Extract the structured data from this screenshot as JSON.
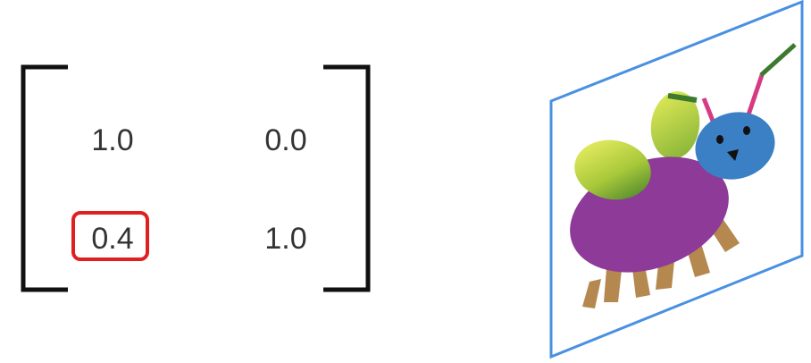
{
  "matrix": {
    "rows": [
      [
        "1.0",
        "0.0"
      ],
      [
        "0.4",
        "1.0"
      ]
    ],
    "highlighted_cell": [
      1,
      0
    ],
    "bracket_color": "#111111",
    "text_color": "#333333",
    "highlight_color": "#e02020"
  },
  "image_plane": {
    "frame_color": "#4a90e2"
  },
  "creature": {
    "body_color": "#8e3a98",
    "head_color": "#3b7fc4",
    "leg_color": "#b5884f",
    "antenna_color": "#d63a84",
    "antenna_tip_color": "#3d7a2e"
  }
}
